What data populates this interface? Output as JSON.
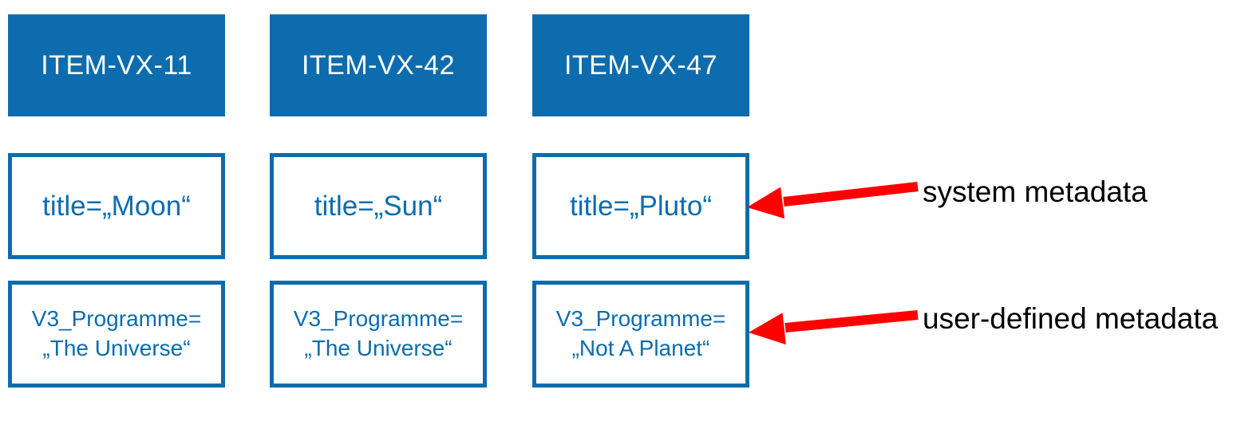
{
  "colors": {
    "brand-blue": "#0C6CAD",
    "arrow-red": "#FF0000",
    "label-black": "#000000",
    "background": "#FFFFFF"
  },
  "items": [
    {
      "id": "ITEM-VX-11",
      "system_metadata": "title=„Moon“",
      "user_metadata": {
        "line1": "V3_Programme=",
        "line2": "„The Universe“"
      }
    },
    {
      "id": "ITEM-VX-42",
      "system_metadata": "title=„Sun“",
      "user_metadata": {
        "line1": "V3_Programme=",
        "line2": "„The Universe“"
      }
    },
    {
      "id": "ITEM-VX-47",
      "system_metadata": "title=„Pluto“",
      "user_metadata": {
        "line1": "V3_Programme=",
        "line2": "„Not A Planet“"
      }
    }
  ],
  "annotations": {
    "system_label": "system metadata",
    "user_label": "user-defined metadata"
  }
}
